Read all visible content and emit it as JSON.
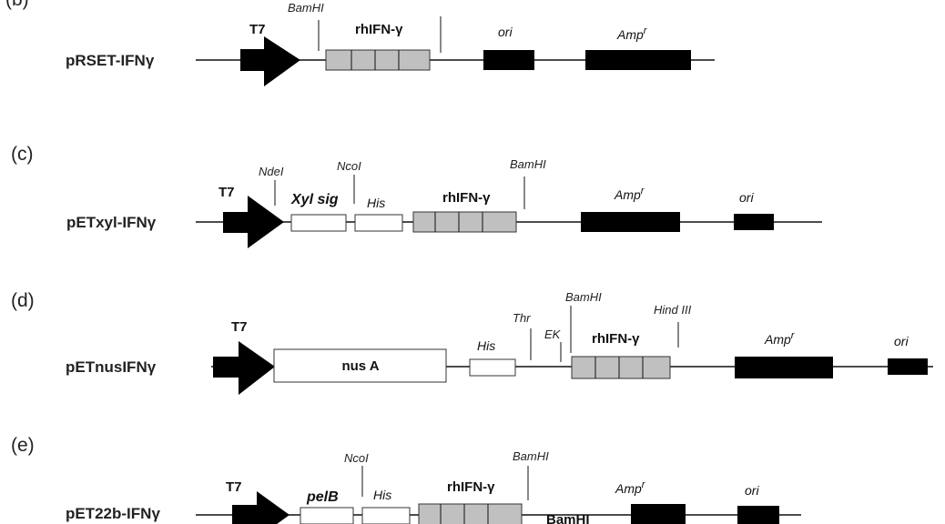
{
  "panels": [
    {
      "id": "b",
      "label": "(b)",
      "plasmid": "pRSET-IFNγ"
    },
    {
      "id": "c",
      "label": "(c)",
      "plasmid": "pETxyl-IFNγ"
    },
    {
      "id": "d",
      "label": "(d)",
      "plasmid": "pETnusIFNγ"
    },
    {
      "id": "e",
      "label": "(e)",
      "plasmid": "pET22b-IFNγ"
    }
  ],
  "labels": {
    "t7": "T7",
    "gene": "rhIFN-γ",
    "ori": "ori",
    "amp": "Amp",
    "amp_sup": "r",
    "his": "His",
    "xyl_sig": "Xyl sig",
    "nus": "nus A",
    "pelb": "pelB",
    "bamhi": "BamHI",
    "hindiii": "Hind III",
    "ndei": "NdeI",
    "ncoi": "NcoI",
    "thr": "Thr",
    "ek": "EK"
  }
}
